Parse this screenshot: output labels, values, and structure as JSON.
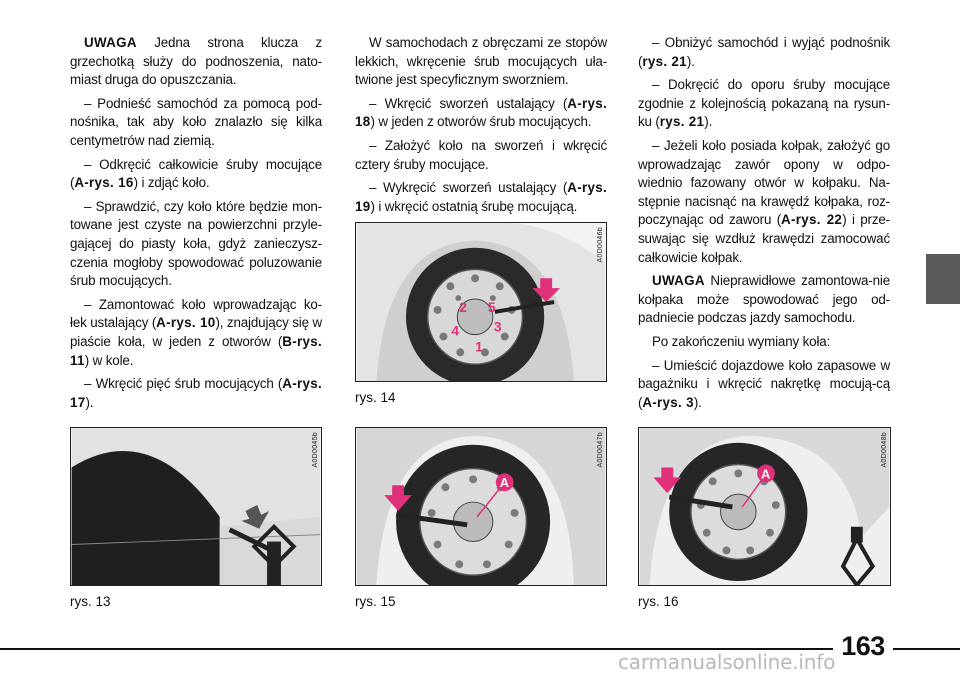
{
  "col1": {
    "p1_bold": "UWAGA",
    "p1_text": " Jedna strona klucza z grzechotką służy do podnoszenia, nato-miast druga do opuszczania.",
    "p2": "– Podnieść samochód za pomocą pod-nośnika, tak aby koło znalazło się kilka centymetrów nad ziemią.",
    "p3_pre": "– Odkręcić całkowicie śruby mocujące (",
    "p3_ref": "A-rys. 16",
    "p3_post": ") i zdjąć koło.",
    "p4": "– Sprawdzić, czy koło które będzie mon-towane jest czyste na powierzchni przyle-gającej do piasty koła, gdyż zanieczysz-czenia mogłoby spowodować poluzowanie śrub mocujących.",
    "p5_pre": "– Zamontować koło wprowadzając ko-łek ustalający (",
    "p5_ref1": "A-rys. 10",
    "p5_mid": "), znajdujący się w piaście koła, w jeden z otworów (",
    "p5_ref2": "B-rys. 11",
    "p5_post": ") w kole.",
    "p6_pre": "– Wkręcić pięć śrub mocujących (",
    "p6_ref": "A-rys. 17",
    "p6_post": ")."
  },
  "col2": {
    "p1": "W samochodach z obręczami ze stopów lekkich, wkręcenie śrub mocujących uła-twione jest specyficznym sworzniem.",
    "p2_pre": "– Wkręcić sworzeń ustalający (",
    "p2_ref": "A-rys. 18",
    "p2_post": ") w jeden z otworów śrub mocujących.",
    "p3": "– Założyć koło na sworzeń i wkręcić cztery śruby mocujące.",
    "p4_pre": "– Wykręcić sworzeń ustalający (",
    "p4_ref": "A-rys. 19",
    "p4_post": ") i wkręcić ostatnią śrubę mocującą."
  },
  "col3": {
    "p1_pre": "– Obniżyć samochód i wyjąć podnośnik (",
    "p1_ref": "rys. 21",
    "p1_post": ").",
    "p2_pre": "– Dokręcić do oporu śruby mocujące zgodnie z kolejnością pokazaną na rysun-ku (",
    "p2_ref": "rys. 21",
    "p2_post": ").",
    "p3_pre": "– Jeżeli koło posiada kołpak, założyć go wprowadzając zawór opony w odpo-wiednio fazowany otwór w kołpaku. Na-stępnie nacisnąć na krawędź kołpaka, roz-poczynając od zaworu (",
    "p3_ref": "A-rys. 22",
    "p3_post": ") i prze-suwając się wzdłuż krawędzi zamocować całkowicie kołpak.",
    "p4_bold": "UWAGA",
    "p4_text": " Nieprawidłowe zamontowa-nie kołpaka może spowodować jego od-padniecie podczas jazdy samochodu.",
    "p5": "Po zakończeniu wymiany koła:",
    "p6_pre": "– Umieścić dojazdowe koło zapasowe w bagażniku i wkręcić nakrętkę mocują-cą (",
    "p6_ref": "A-rys. 3",
    "p6_post": ")."
  },
  "figures": {
    "fig14": {
      "code": "A0D0046b",
      "caption": "rys. 14",
      "numbers": [
        "2",
        "5",
        "4",
        "3",
        "1"
      ]
    },
    "fig13": {
      "code": "A0D0045b",
      "caption": "rys. 13"
    },
    "fig15": {
      "code": "A0D0047b",
      "caption": "rys. 15",
      "marker": "A"
    },
    "fig16": {
      "code": "A0D0048b",
      "caption": "rys. 16",
      "marker": "A"
    }
  },
  "page_number": "163",
  "watermark": "carmanualsonline.info",
  "colors": {
    "accent_pink": "#e0307a",
    "side_tab": "#5a5a5a"
  }
}
